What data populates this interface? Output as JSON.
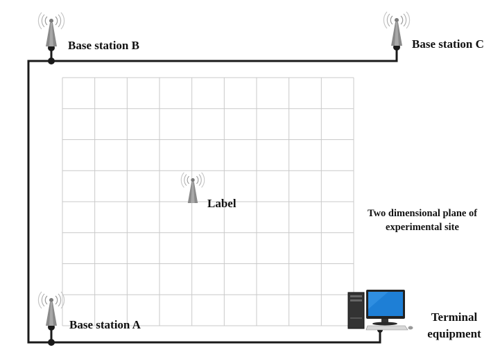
{
  "labels": {
    "base_station_a": "Base station A",
    "base_station_b": "Base station B",
    "base_station_c": "Base station C",
    "tag": "Label",
    "plane_line1": "Two dimensional plane of",
    "plane_line2": "experimental site",
    "terminal_line1": "Terminal",
    "terminal_line2": "equipment"
  },
  "grid": {
    "columns": 9,
    "rows": 8
  },
  "colors": {
    "wire": "#1a1a1a",
    "grid_line": "#c9c9c9",
    "antenna": "#8a8a8a",
    "monitor_screen": "#1e7fd6",
    "tower_case": "#333333"
  },
  "icons": {
    "antenna": "antenna-icon",
    "terminal": "computer-icon"
  }
}
